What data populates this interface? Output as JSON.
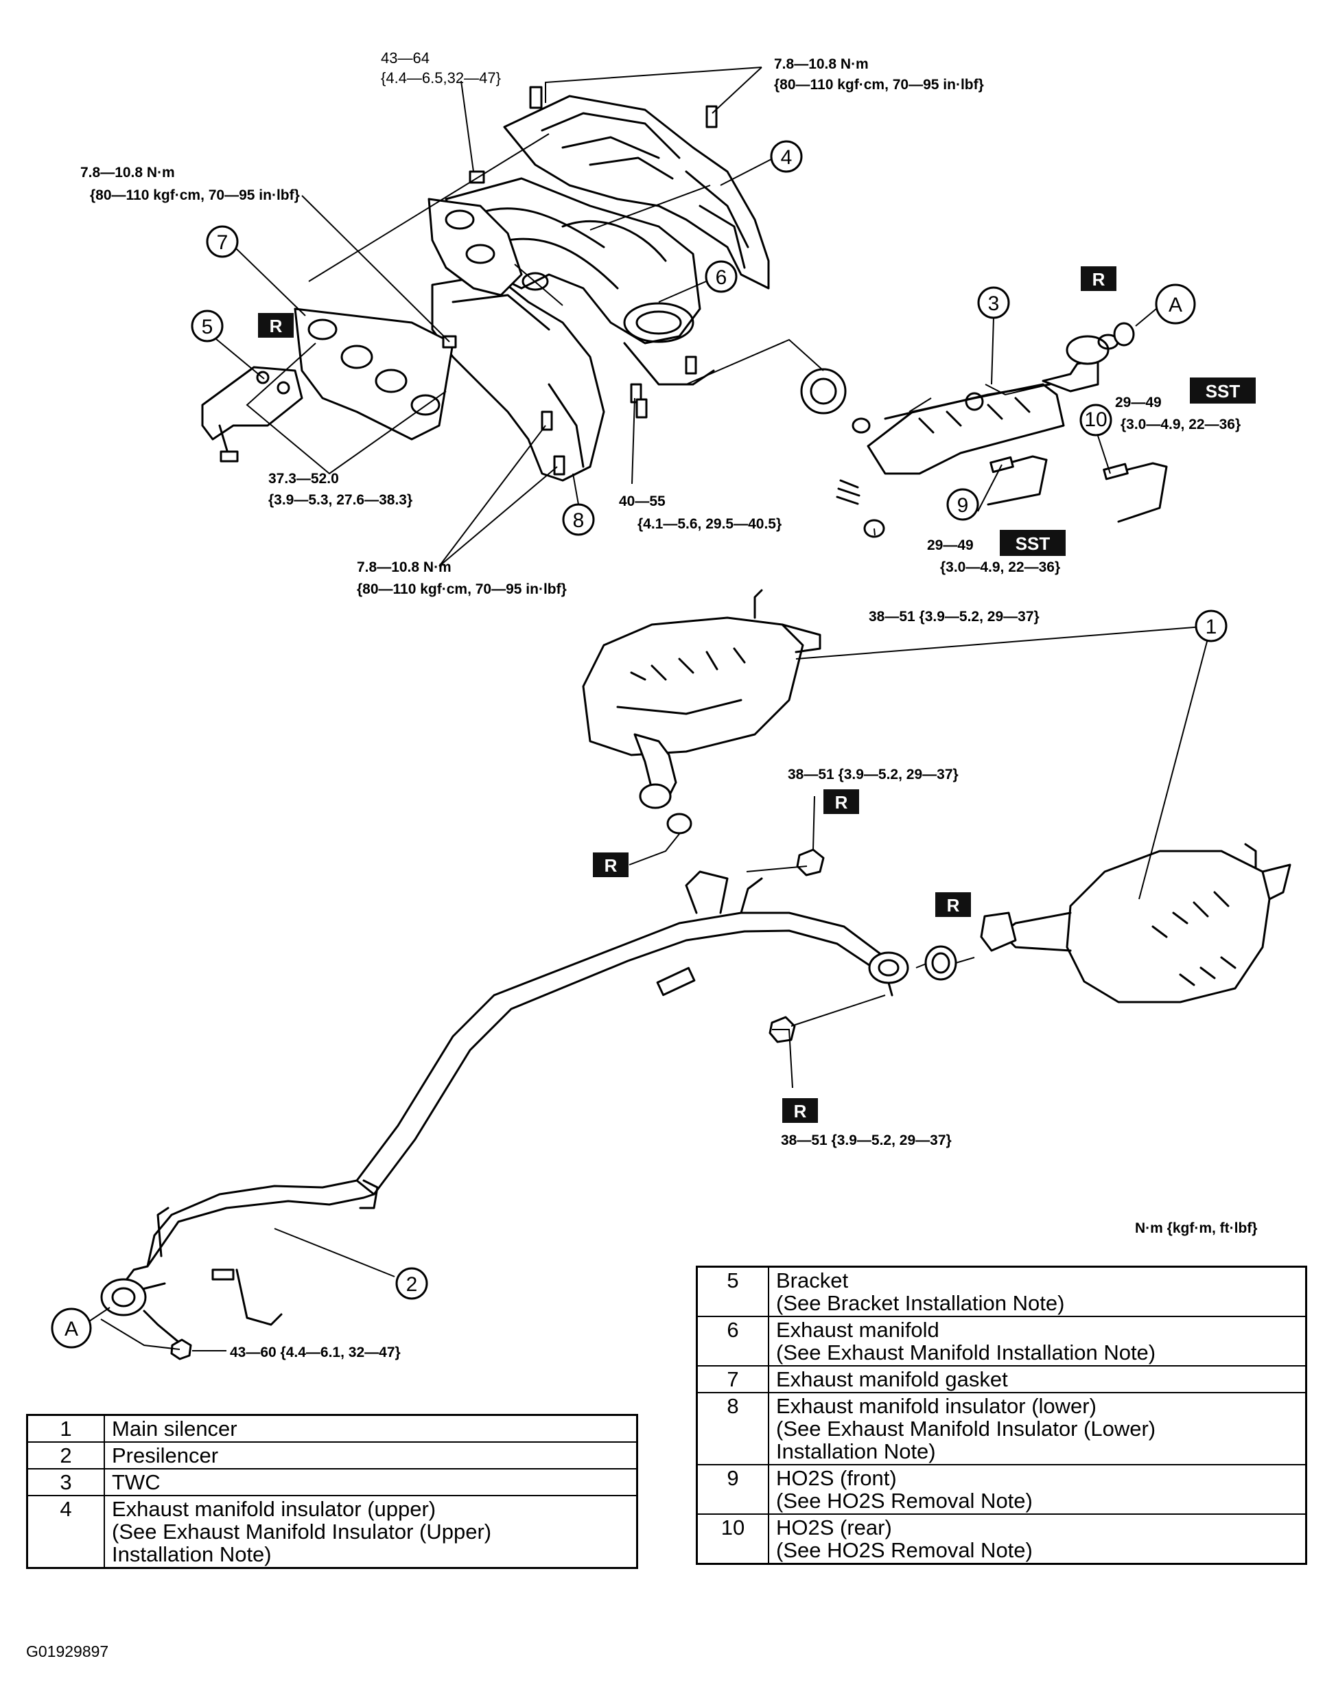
{
  "torque_specs": {
    "t_4364_a": "43—64",
    "t_4364_b": "{4.4—6.5,32—47}",
    "t_heat_a": "7.8—10.8 N·m",
    "t_heat_b": "{80—110 kgf·cm, 70—95 in·lbf}",
    "t_mani_a": "7.8—10.8 N·m",
    "t_mani_b": "{80—110 kgf·cm, 70—95 in·lbf}",
    "t_brk_a": "37.3—52.0",
    "t_brk_b": "{3.9—5.3, 27.6—38.3}",
    "t_ins_a": "7.8—10.8 N·m",
    "t_ins_b": "{80—110 kgf·cm, 70—95 in·lbf}",
    "t_4055_a": "40—55",
    "t_4055_b": "{4.1—5.6, 29.5—40.5}",
    "t_ho2r_a": "29—49",
    "t_ho2r_b": "{3.0—4.9, 22—36}",
    "t_ho2f_a": "29—49",
    "t_ho2f_b": "{3.0—4.9, 22—36}",
    "t_3851_top": "38—51 {3.9—5.2, 29—37}",
    "t_3851_mid": "38—51 {3.9—5.2, 29—37}",
    "t_3851_bot": "38—51 {3.9—5.2, 29—37}",
    "t_4360": "43—60 {4.4—6.1, 32—47}"
  },
  "units_note": "N·m {kgf·m, ft·lbf}",
  "badges": {
    "replace": "R",
    "sst": "SST"
  },
  "callouts": {
    "c1": "1",
    "c2": "2",
    "c3": "3",
    "c4": "4",
    "c5": "5",
    "c6": "6",
    "c7": "7",
    "c8": "8",
    "c9": "9",
    "c10": "10",
    "ca": "A"
  },
  "parts_left": [
    {
      "num": "1",
      "lines": [
        "Main silencer"
      ]
    },
    {
      "num": "2",
      "lines": [
        "Presilencer"
      ]
    },
    {
      "num": "3",
      "lines": [
        "TWC"
      ]
    },
    {
      "num": "4",
      "lines": [
        "Exhaust manifold insulator (upper)",
        "(See Exhaust Manifold Insulator (Upper)",
        "Installation Note)"
      ]
    }
  ],
  "parts_right": [
    {
      "num": "5",
      "lines": [
        "Bracket",
        "(See Bracket Installation Note)"
      ]
    },
    {
      "num": "6",
      "lines": [
        "Exhaust manifold",
        "(See Exhaust Manifold Installation Note)"
      ]
    },
    {
      "num": "7",
      "lines": [
        "Exhaust manifold gasket"
      ]
    },
    {
      "num": "8",
      "lines": [
        "Exhaust manifold insulator (lower)",
        "(See Exhaust Manifold Insulator (Lower)",
        "Installation Note)"
      ]
    },
    {
      "num": "9",
      "lines": [
        "HO2S (front)",
        "(See HO2S Removal Note)"
      ]
    },
    {
      "num": "10",
      "lines": [
        "HO2S (rear)",
        "(See HO2S Removal Note)"
      ]
    }
  ],
  "figure_id": "G01929897"
}
